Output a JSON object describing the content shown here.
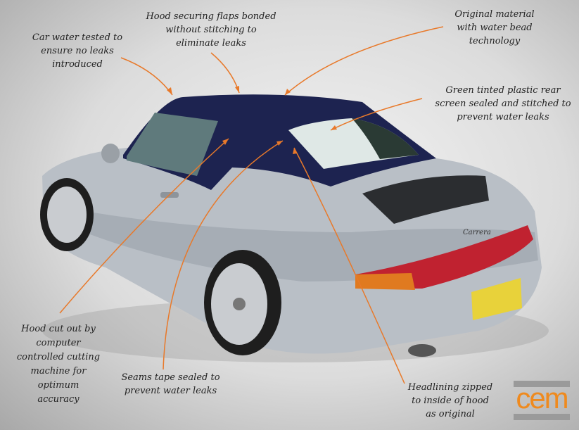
{
  "annotations": {
    "water_test": [
      "Car water tested to",
      "ensure no leaks",
      "introduced"
    ],
    "flaps": [
      "Hood securing flaps bonded",
      "without stitching to",
      "eliminate leaks"
    ],
    "material": [
      "Original material",
      "with water bead",
      "technology"
    ],
    "rear_screen": [
      "Green tinted plastic rear",
      "screen sealed and stitched to",
      "prevent water leaks"
    ],
    "cut_out": [
      "Hood cut out by",
      "computer",
      "controlled cutting",
      "machine for",
      "optimum",
      "accuracy"
    ],
    "seams": [
      "Seams tape sealed to",
      "prevent water leaks"
    ],
    "headlining": [
      "Headlining zipped",
      "to inside of hood",
      "as original"
    ]
  },
  "car_badge": "Carrera",
  "logo": "cem",
  "colors": {
    "arrow": "#e8792a",
    "hood": "#1d2350",
    "body": "#b9bfc6",
    "logo": "#ef8a1e"
  }
}
